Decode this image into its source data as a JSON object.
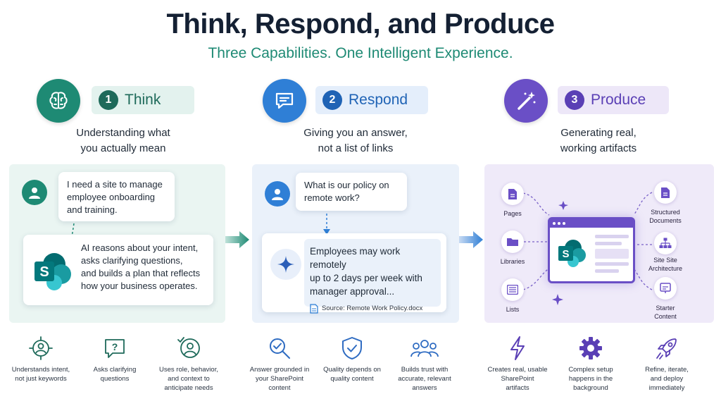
{
  "header": {
    "title": "Think, Respond, and Produce",
    "subtitle": "Three Capabilities. One Intelligent Experience."
  },
  "colors": {
    "think": "#1e8a74",
    "respond": "#2f7fd6",
    "produce": "#6a4fc6",
    "title": "#142033"
  },
  "think": {
    "icon": "brain-icon",
    "number": "1",
    "label": "Think",
    "desc_line1": "Understanding what",
    "desc_line2": "you actually mean",
    "user_line1": "I need a site to manage",
    "user_line2": "employee onboarding",
    "user_line3": "and training.",
    "ai_line1": "AI reasons about your intent,",
    "ai_line2": "asks clarifying questions,",
    "ai_line3": "and builds a plan that reflects",
    "ai_line4": "how your business operates.",
    "features": [
      {
        "icon": "target-person-icon",
        "line1": "Understands intent,",
        "line2": "not just keywords",
        "line3": ""
      },
      {
        "icon": "question-bubble-icon",
        "line1": "Asks clarifying",
        "line2": "questions",
        "line3": ""
      },
      {
        "icon": "user-context-icon",
        "line1": "Uses role, behavior,",
        "line2": "and context to",
        "line3": "anticipate needs"
      }
    ]
  },
  "respond": {
    "icon": "chat-icon",
    "number": "2",
    "label": "Respond",
    "desc_line1": "Giving you an answer,",
    "desc_line2": "not a list of links",
    "user_line1": "What is our policy on",
    "user_line2": "remote work?",
    "ai_line1": "Employees may work remotely",
    "ai_line2": "up to 2 days per week with",
    "ai_line3": "manager approval...",
    "source": "Source: Remote Work Policy.docx",
    "features": [
      {
        "icon": "search-check-icon",
        "line1": "Answer grounded in",
        "line2": "your SharePoint",
        "line3": "content"
      },
      {
        "icon": "shield-check-icon",
        "line1": "Quality depends on",
        "line2": "quality content",
        "line3": ""
      },
      {
        "icon": "people-group-icon",
        "line1": "Builds trust with",
        "line2": "accurate, relevant",
        "line3": "answers"
      }
    ]
  },
  "produce": {
    "icon": "magic-wand-icon",
    "number": "3",
    "label": "Produce",
    "desc_line1": "Generating real,",
    "desc_line2": "working artifacts",
    "nodes": {
      "pages": "Pages",
      "libraries": "Libraries",
      "lists": "Lists",
      "docs_line1": "Structured",
      "docs_line2": "Documents",
      "arch_line1": "Site Site",
      "arch_line2": "Architecture",
      "starter_line1": "Starter",
      "starter_line2": "Content"
    },
    "features": [
      {
        "icon": "lightning-icon",
        "line1": "Creates real, usable",
        "line2": "SharePoint",
        "line3": "artifacts"
      },
      {
        "icon": "gear-icon",
        "line1": "Complex setup",
        "line2": "happens in the",
        "line3": "background"
      },
      {
        "icon": "rocket-icon",
        "line1": "Refine, iterate,",
        "line2": "and deploy",
        "line3": "immediately"
      }
    ]
  }
}
